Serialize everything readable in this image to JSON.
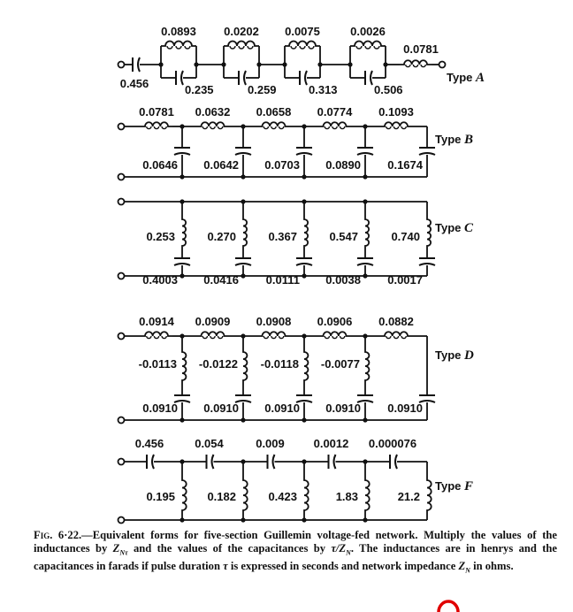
{
  "figure": {
    "type_a": {
      "label": "Type A",
      "input_capacitor": "0.456",
      "sections": [
        {
          "inductor": "0.0893",
          "capacitor": "0.235"
        },
        {
          "inductor": "0.0202",
          "capacitor": "0.259"
        },
        {
          "inductor": "0.0075",
          "capacitor": "0.313"
        },
        {
          "inductor": "0.0026",
          "capacitor": "0.506"
        }
      ],
      "output_inductor": "0.0781"
    },
    "type_b": {
      "label": "Type B",
      "inductors": [
        "0.0781",
        "0.0632",
        "0.0658",
        "0.0774",
        "0.1093"
      ],
      "capacitors": [
        "0.0646",
        "0.0642",
        "0.0703",
        "0.0890",
        "0.1674"
      ]
    },
    "type_c": {
      "label": "Type C",
      "inductors": [
        "0.253",
        "0.270",
        "0.367",
        "0.547",
        "0.740"
      ],
      "capacitors": [
        "0.4003",
        "0.0416",
        "0.0111",
        "0.0038",
        "0.0017"
      ]
    },
    "type_d": {
      "label": "Type D",
      "series_inductors": [
        "0.0914",
        "0.0909",
        "0.0908",
        "0.0906",
        "0.0882"
      ],
      "shunt_inductors": [
        "-0.0113",
        "-0.0122",
        "-0.0118",
        "-0.0077"
      ],
      "capacitors": [
        "0.0910",
        "0.0910",
        "0.0910",
        "0.0910",
        "0.0910"
      ]
    },
    "type_f": {
      "label": "Type F",
      "capacitors": [
        "0.456",
        "0.054",
        "0.009",
        "0.0012",
        "0.000076"
      ],
      "inductors": [
        "0.195",
        "0.182",
        "0.423",
        "1.83",
        "21.2"
      ]
    }
  },
  "caption": {
    "fig": "Fig. 6·22.",
    "t1": "—Equivalent forms for five-section Guillemin voltage-fed network. Multiply the values of the inductances by ",
    "z1": "Z",
    "z1sub": "Nτ",
    "t2": " and the values of the capacitances by ",
    "tau1": "τ/Z",
    "z2sub": "N",
    "t3": ". The inductances are in henrys and the capacitances in farads if pulse duration ",
    "tau2": "τ",
    "t4": " is expressed in seconds and network impedance ",
    "z3": "Z",
    "z3sub": "N",
    "t5": " in ohms."
  },
  "colors": {
    "ink": "#111111",
    "mark": "#e00000"
  }
}
